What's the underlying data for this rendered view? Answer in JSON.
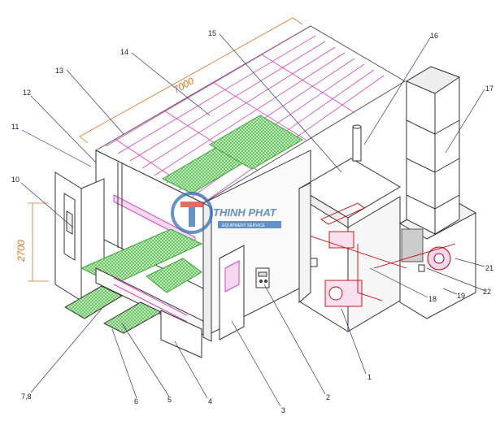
{
  "diagram": {
    "dimensions": {
      "length": "7000",
      "height": "2700"
    },
    "watermark": {
      "brand": "THINH PHAT",
      "tagline": "EQUIPMENT SERVICE"
    },
    "callouts": [
      "1",
      "2",
      "3",
      "4",
      "5",
      "6",
      "7,8",
      "10",
      "11",
      "12",
      "13",
      "14",
      "15",
      "16",
      "17",
      "18",
      "19",
      "21",
      "22"
    ],
    "colors": {
      "outline": "#333333",
      "roof_stripe": "#e040c0",
      "filter_green": "#48c040",
      "dimension": "#e07020",
      "ductwork": "#cc0000",
      "watermark": "#2f6fb8"
    }
  }
}
